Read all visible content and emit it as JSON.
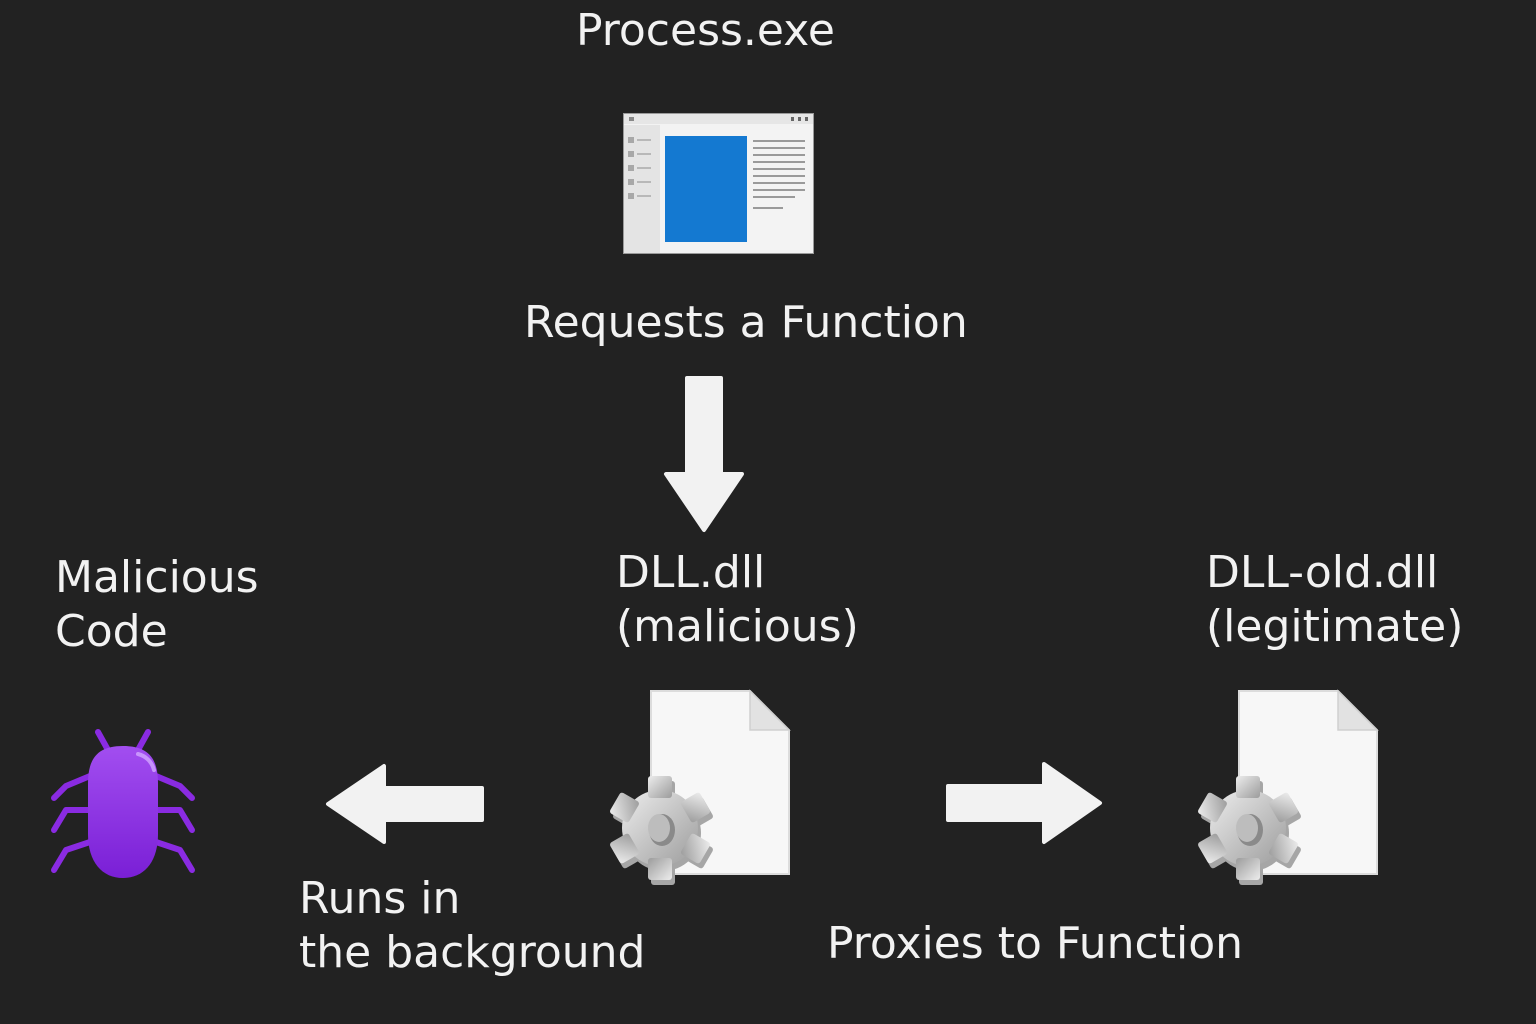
{
  "diagram": {
    "process": {
      "title": "Process.exe",
      "icon": "application-window-icon"
    },
    "request_label": "Requests a Function",
    "malicious_dll": {
      "name": "DLL.dll",
      "qualifier": "(malicious)",
      "icon": "dll-file-gear-icon"
    },
    "legit_dll": {
      "name": "DLL-old.dll",
      "qualifier": "(legitimate)",
      "icon": "dll-file-gear-icon"
    },
    "malicious_code": {
      "line1": "Malicious",
      "line2": "Code",
      "icon": "bug-icon"
    },
    "background_label": {
      "line1": "Runs in",
      "line2": "the background"
    },
    "proxy_label": "Proxies to Function"
  },
  "colors": {
    "background": "#222222",
    "text": "#f2f2f2",
    "arrow": "#f2f2f2",
    "bug": "#8a2be2",
    "window_blue": "#1479d1"
  }
}
